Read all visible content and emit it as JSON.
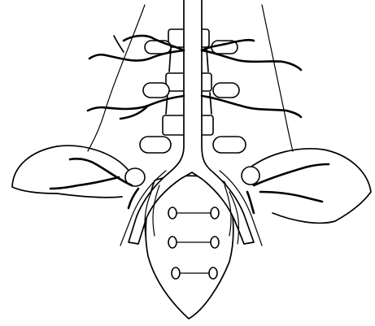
{
  "figure": {
    "subject": "",
    "structures": [
      "lumbar-vertebrae",
      "aorta",
      "common-iliac-arteries",
      "lumbar-arteries",
      "sacrum",
      "sacral-foramina",
      "iliac-wings",
      "psoas-outlines"
    ]
  }
}
